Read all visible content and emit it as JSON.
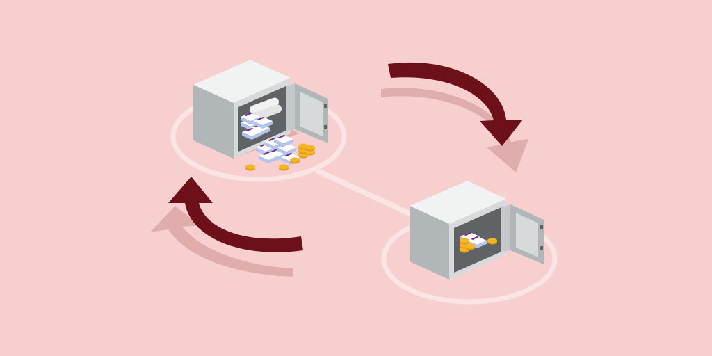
{
  "colors": {
    "background": "#f7cfcf",
    "platform_ring": "#fbe4e4",
    "shadow": "#e0adad",
    "arrow": "#6e1019",
    "arrow_dark": "#4e0a11",
    "safe_top": "#f1f3f3",
    "safe_front": "#d7dadb",
    "safe_side": "#b1b6b8",
    "safe_interior": "#606366",
    "door_inner": "#c4c8ca",
    "cash_purple": "#7a2a8c",
    "cash_white": "#ffffff",
    "cash_blue": "#b3c4ee",
    "coin": "#f5b52a",
    "coin_dark": "#e39a13"
  },
  "scene": {
    "safes": [
      {
        "name": "safe-large",
        "contents": "cash-bundles-and-coins",
        "door": "open"
      },
      {
        "name": "safe-small",
        "contents": "cash-bundles-and-coins",
        "door": "open"
      }
    ],
    "arrows": [
      {
        "name": "arrow-clockwise-right",
        "icon": "curved-arrow-down-icon"
      },
      {
        "name": "arrow-clockwise-left",
        "icon": "curved-arrow-up-icon"
      }
    ]
  }
}
